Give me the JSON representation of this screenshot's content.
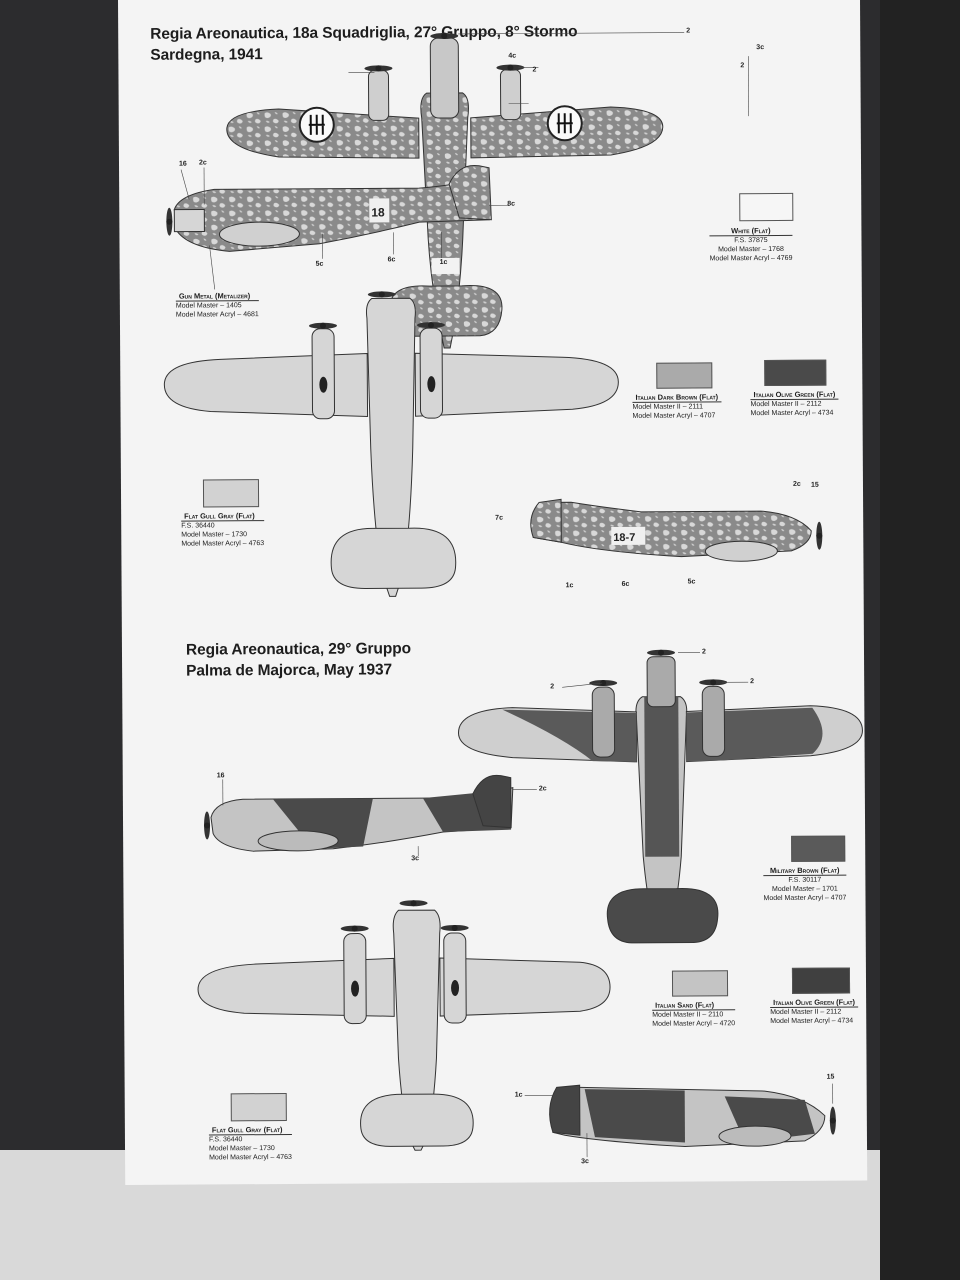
{
  "scheme1": {
    "title_line1": "Regia Areonautica, 18a Squadriglia, 27° Gruppo, 8° Stormo",
    "title_line2": "Sardegna, 1941",
    "fuselage_code_side": "18",
    "fuselage_code_right": "18-7",
    "colors": [
      {
        "name": "White (Flat)",
        "fs": "F.S. 37875",
        "mm": "Model Master – 1768",
        "mma": "Model Master Acryl – 4769",
        "hex": "#f6f6f6"
      },
      {
        "name": "Gun Metal (Metalizer)",
        "mm": "Model Master – 1405",
        "mma": "Model Master Acryl – 4681"
      },
      {
        "name": "Italian Dark Brown (Flat)",
        "mm": "Model Master II – 2111",
        "mma": "Model Master Acryl – 4707",
        "hex": "#aaaaaa"
      },
      {
        "name": "Italian Olive Green (Flat)",
        "mm": "Model Master II – 2112",
        "mma": "Model Master Acryl – 4734",
        "hex": "#4a4a4a"
      },
      {
        "name": "Flat Gull Gray (Flat)",
        "fs": "F.S. 36440",
        "mm": "Model Master – 1730",
        "mma": "Model Master Acryl – 4763",
        "hex": "#d2d2d2"
      }
    ],
    "callouts": [
      "2",
      "2",
      "2",
      "4c",
      "3c",
      "16",
      "2c",
      "8c",
      "5c",
      "6c",
      "1c",
      "7c",
      "2c",
      "15",
      "1c",
      "6c",
      "5c"
    ]
  },
  "scheme2": {
    "title_line1": "Regia Areonautica, 29° Gruppo",
    "title_line2": "Palma de Majorca, May 1937",
    "colors": [
      {
        "name": "Military Brown (Flat)",
        "fs": "F.S. 30117",
        "mm": "Model Master – 1701",
        "mma": "Model Master Acryl – 4707",
        "hex": "#5a5a5a"
      },
      {
        "name": "Italian Sand (Flat)",
        "mm": "Model Master II – 2110",
        "mma": "Model Master Acryl – 4720",
        "hex": "#c4c4c4"
      },
      {
        "name": "Italian Olive Green (Flat)",
        "mm": "Model Master II – 2112",
        "mma": "Model Master Acryl – 4734",
        "hex": "#404040"
      },
      {
        "name": "Flat Gull Gray (Flat)",
        "fs": "F.S. 36440",
        "mm": "Model Master – 1730",
        "mma": "Model Master Acryl – 4763",
        "hex": "#d2d2d2"
      }
    ],
    "callouts": [
      "2",
      "2",
      "2",
      "16",
      "2c",
      "3c",
      "1c",
      "3c",
      "15"
    ]
  }
}
